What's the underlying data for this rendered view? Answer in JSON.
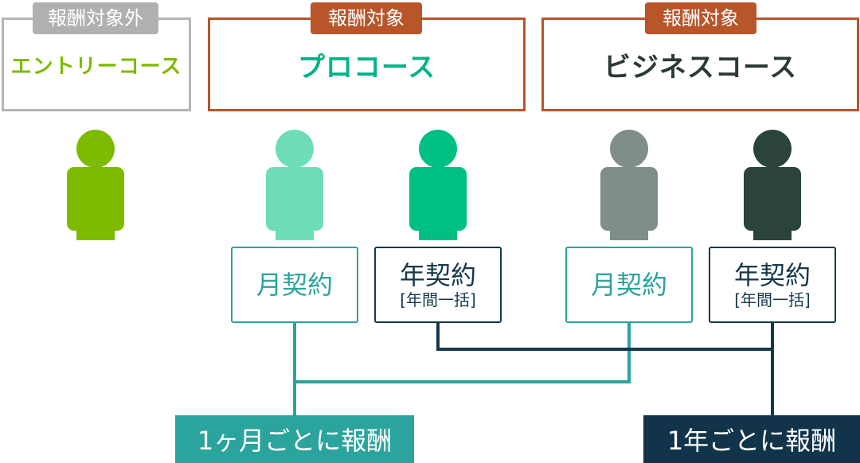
{
  "courses": [
    {
      "name": "エントリーコース",
      "tag": "報酬対象外",
      "color": "#7dbb00",
      "border": "#b5b5b5",
      "tag_bg": "#b0b0b0"
    },
    {
      "name": "プロコース",
      "tag": "報酬対象",
      "color": "#00b388",
      "border": "#b8552a",
      "tag_bg": "#b8552a"
    },
    {
      "name": "ビジネスコース",
      "tag": "報酬対象",
      "color": "#2a3a34",
      "border": "#b8552a",
      "tag_bg": "#b8552a"
    }
  ],
  "person_colors": {
    "entry": "#7dbb00",
    "pro_monthly": "#6fdcb8",
    "pro_yearly": "#00bf82",
    "business_monthly": "#7f8e88",
    "business_yearly": "#2a443d"
  },
  "plans": {
    "pro_monthly": {
      "main": "月契約"
    },
    "pro_yearly": {
      "main": "年契約",
      "sub": "[年間一括]"
    },
    "business_monthly": {
      "main": "月契約"
    },
    "business_yearly": {
      "main": "年契約",
      "sub": "[年間一括]"
    }
  },
  "line_colors": {
    "monthly": "#2aa49c",
    "yearly": "#15384a"
  },
  "results": {
    "monthly": {
      "label": "1ヶ月ごとに報酬",
      "bg": "#2aa49c"
    },
    "yearly": {
      "label": "1年ごとに報酬",
      "bg": "#11344a"
    }
  }
}
